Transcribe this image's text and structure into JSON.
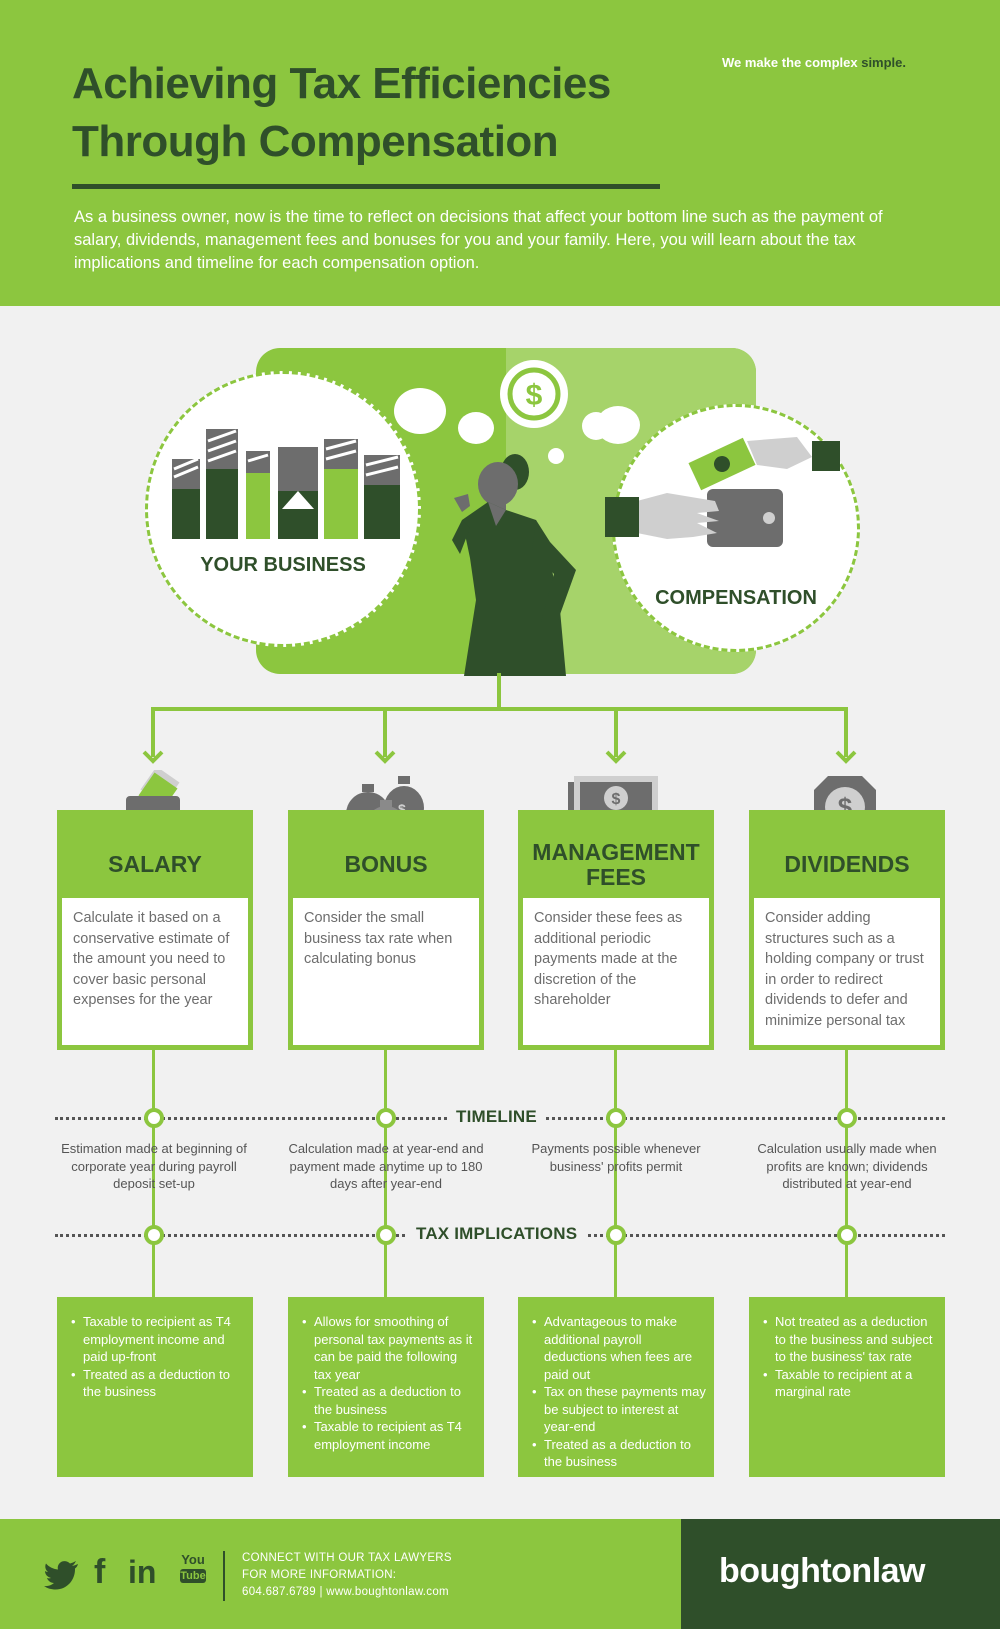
{
  "header": {
    "title_line1": "Achieving Tax Efficiencies",
    "title_line2": "Through Compensation",
    "tagline_prefix": "We make the complex",
    "tagline_emphasis": "simple.",
    "intro": "As a business owner, now is the time to reflect on decisions that affect your bottom line such as the payment of salary, dividends, management fees and bonuses for you and your family. Here, you will learn about the tax implications and timeline for each compensation option."
  },
  "hero": {
    "business_label": "YOUR BUSINESS",
    "compensation_label": "COMPENSATION"
  },
  "cards": [
    {
      "title": "SALARY",
      "icon": "wallet-icon",
      "description": "Calculate it based on a conservative estimate of the amount you need to cover basic personal expenses for the year",
      "timeline": "Estimation made at beginning of corporate year during payroll deposit set-up",
      "tax": [
        "Taxable to recipient as T4 employment income and paid up-front",
        "Treated as a deduction to the business"
      ]
    },
    {
      "title": "BONUS",
      "icon": "money-bags-icon",
      "description": "Consider the small business tax rate when calculating bonus",
      "timeline": "Calculation made at year-end and payment made anytime up to 180 days after year-end",
      "tax": [
        "Allows for smoothing of personal tax payments as it can be paid the following tax year",
        "Treated as a deduction to the business",
        "Taxable to recipient as T4 employment income"
      ]
    },
    {
      "title_line1": "MANAGEMENT",
      "title_line2": "FEES",
      "icon": "banknotes-icon",
      "description": "Consider these fees as additional periodic payments made at the discretion of the shareholder",
      "timeline": "Payments possible whenever business' profits permit",
      "tax": [
        "Advantageous to make additional payroll deductions when fees are paid out",
        "Tax on these payments may be subject to interest at year-end",
        "Treated as a deduction to the business"
      ]
    },
    {
      "title": "DIVIDENDS",
      "icon": "dollar-arrows-icon",
      "description": "Consider adding structures such as a holding company or trust in order to redirect dividends to defer and minimize personal tax",
      "timeline": "Calculation usually made when profits are known; dividends distributed at year-end",
      "tax": [
        "Not treated as a deduction to the business and subject to the business' tax rate",
        "Taxable to recipient at a marginal rate"
      ]
    }
  ],
  "sections": {
    "timeline_label": "TIMELINE",
    "tax_label": "TAX IMPLICATIONS"
  },
  "footer": {
    "social_icons": [
      "twitter-icon",
      "facebook-icon",
      "linkedin-icon",
      "youtube-icon"
    ],
    "youtube_you": "You",
    "youtube_tube": "Tube",
    "facebook_glyph": "f",
    "linkedin_glyph": "in",
    "connect_line1": "CONNECT WITH OUR TAX LAWYERS",
    "connect_line2": "FOR MORE INFORMATION:",
    "connect_line3": "604.687.6789  |  www.boughtonlaw.com",
    "brand": "boughtonlaw"
  },
  "colors": {
    "accent": "#8cc63f",
    "dark_green": "#2f4f2a",
    "light_green": "#a6d36a",
    "background": "#f1f1f1",
    "icon_gray": "#6d6d6d"
  }
}
